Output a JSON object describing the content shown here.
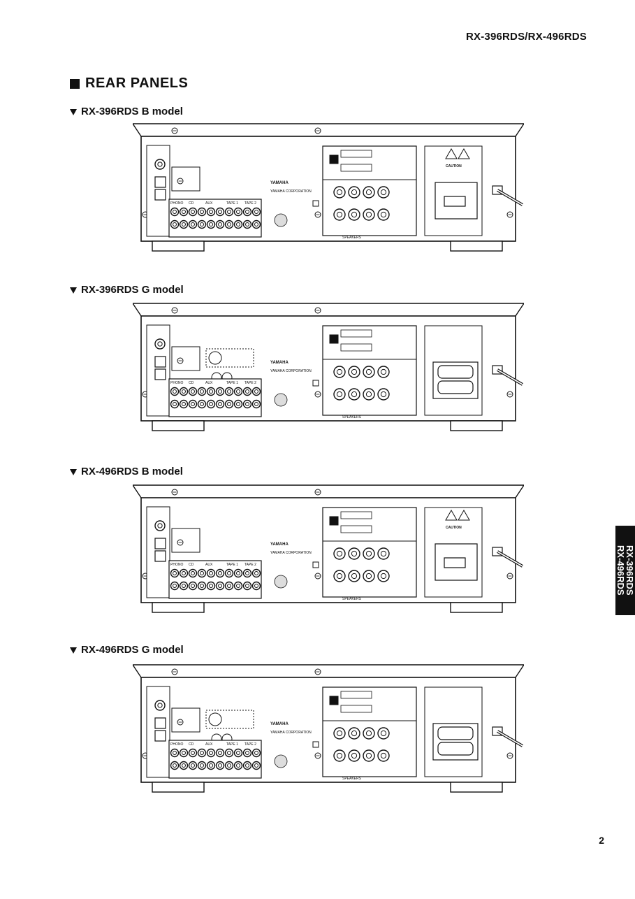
{
  "header": {
    "model_range": "RX-396RDS/RX-496RDS"
  },
  "section": {
    "title": "REAR PANELS"
  },
  "panels": [
    {
      "heading": "RX-396RDS B model",
      "variant": "B"
    },
    {
      "heading": "RX-396RDS G model",
      "variant": "G"
    },
    {
      "heading": "RX-496RDS B model",
      "variant": "B"
    },
    {
      "heading": "RX-496RDS G model",
      "variant": "G"
    }
  ],
  "panel_labels": {
    "caution": "CAUTION",
    "jacks": [
      "PHONO",
      "CD",
      "AUX",
      "TAPE 1",
      "TAPE 2"
    ],
    "brand": "YAMAHA",
    "corporation": "YAMAHA CORPORATION",
    "speakers": "SPEAKERS"
  },
  "side_tab": {
    "line1": "RX-396RDS",
    "line2": "RX-496RDS"
  },
  "footer": {
    "page_number": "2"
  }
}
